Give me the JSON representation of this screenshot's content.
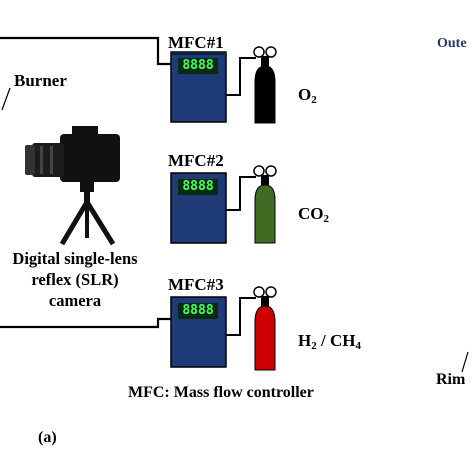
{
  "labels": {
    "burner": "Burner",
    "outer_partial": "Oute",
    "rim": "Rim",
    "legend": "MFC: Mass flow controller",
    "panel": "(a)"
  },
  "camera": {
    "line1": "Digital single-lens",
    "line2": "reflex (SLR)",
    "line3": "camera"
  },
  "controllers": [
    {
      "name": "MFC#1",
      "display": "8888",
      "gas_main": "O",
      "gas_sub": "2",
      "gas_rest": "",
      "gas_sub2": "",
      "cylinder_color": "#000000"
    },
    {
      "name": "MFC#2",
      "display": "8888",
      "gas_main": "CO",
      "gas_sub": "2",
      "gas_rest": "",
      "gas_sub2": "",
      "cylinder_color": "#3f6b22"
    },
    {
      "name": "MFC#3",
      "display": "8888",
      "gas_main": "H",
      "gas_sub": "2",
      "gas_rest": " / CH",
      "gas_sub2": "4",
      "cylinder_color": "#cc0000"
    }
  ]
}
